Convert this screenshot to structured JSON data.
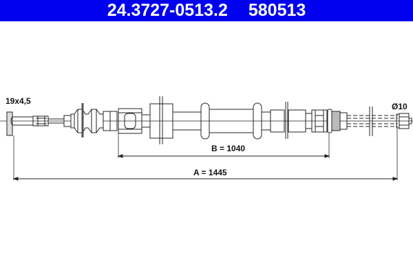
{
  "header": {
    "part_number": "24.3727-0513.2",
    "ref_number": "580513",
    "background_color": "#0000ee",
    "text_color": "#ffffff"
  },
  "drawing": {
    "subject": "brake-cable",
    "labels": {
      "left_end_fitting": "19x4,5",
      "right_end_fitting": "Ø10",
      "dim_b": "B = 1040",
      "dim_a": "A = 1445"
    },
    "line_color": "#222222"
  }
}
